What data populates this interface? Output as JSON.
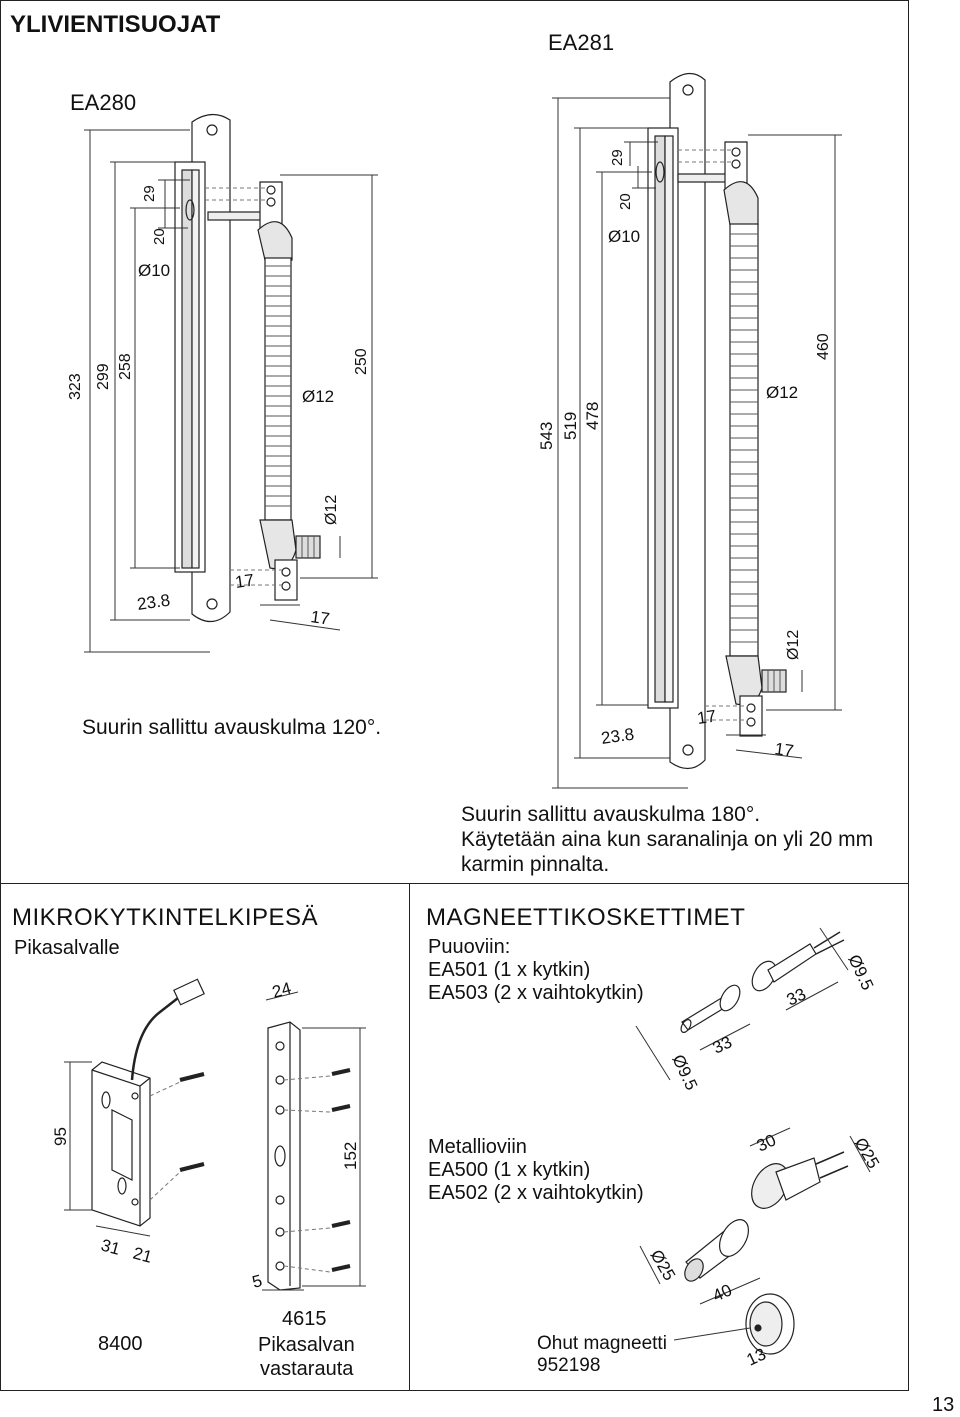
{
  "top": {
    "title": "YLIVIENTISUOJAT",
    "ea281_label": "EA281",
    "ea280_label": "EA280",
    "ea280_note": "Suurin sallittu avauskulma 120°.",
    "ea281_note_lines": [
      "Suurin sallittu avauskulma 180°.",
      "Käytetään aina kun saranalinja on yli 20 mm",
      "karmin pinnalta."
    ],
    "ea280_dims": {
      "d323": "323",
      "d299": "299",
      "d258": "258",
      "d250": "250",
      "d29": "29",
      "d20": "20",
      "phi10": "Ø10",
      "phi12a": "Ø12",
      "phi12b": "Ø12",
      "d23_8": "23.8",
      "d17a": "17",
      "d17b": "17"
    },
    "ea281_dims": {
      "d543": "543",
      "d519": "519",
      "d478": "478",
      "d460": "460",
      "d29": "29",
      "d20": "20",
      "phi10": "Ø10",
      "phi12a": "Ø12",
      "phi12b": "Ø12",
      "d23_8": "23.8",
      "d17a": "17",
      "d17b": "17"
    }
  },
  "bottom_left": {
    "title": "MIKROKYTKINTELKIPESÄ",
    "subtitle": "Pikasalvalle",
    "dims": {
      "d95": "95",
      "d31": "31",
      "d21": "21",
      "d24": "24",
      "d152": "152",
      "d5": "5"
    },
    "code_8400": "8400",
    "code_4615": "4615",
    "caption_4615_lines": [
      "Pikasalvan",
      "vastarauta"
    ]
  },
  "bottom_right": {
    "title": "MAGNEETTIKOSKETTIMET",
    "wood": {
      "heading": "Puuoviin:",
      "lines": [
        "EA501 (1 x kytkin)",
        "EA503 (2 x vaihtokytkin)"
      ]
    },
    "metal": {
      "heading": "Metallioviin",
      "lines": [
        "EA500 (1 x kytkin)",
        "EA502 (2 x vaihtokytkin)"
      ]
    },
    "dims": {
      "phi9_5a": "Ø9.5",
      "d33a": "33",
      "d33b": "33",
      "phi9_5b": "Ø9.5",
      "d30": "30",
      "phi25a": "Ø25",
      "phi25b": "Ø25",
      "d40": "40",
      "d13": "13"
    },
    "thin_magnet": {
      "label": "Ohut magneetti",
      "code": "952198"
    }
  },
  "page_number": "13"
}
